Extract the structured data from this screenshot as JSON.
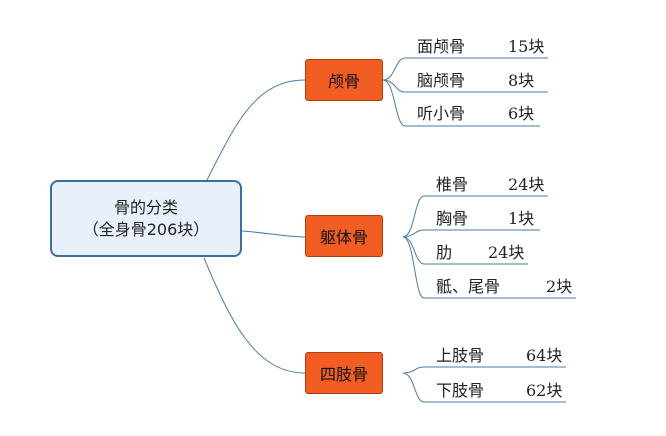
{
  "root": {
    "title": "骨的分类",
    "subtitle": "（全身骨206块）"
  },
  "categories": [
    {
      "label": "颅骨",
      "items": [
        {
          "name": "面颅骨",
          "count": "15块"
        },
        {
          "name": "脑颅骨",
          "count": "8块"
        },
        {
          "name": "听小骨",
          "count": "6块"
        }
      ]
    },
    {
      "label": "躯体骨",
      "items": [
        {
          "name": "椎骨",
          "count": "24块"
        },
        {
          "name": "胸骨",
          "count": "1块"
        },
        {
          "name": "肋",
          "count": "24块"
        },
        {
          "name": "骶、尾骨",
          "count": "2块"
        }
      ]
    },
    {
      "label": "四肢骨",
      "items": [
        {
          "name": "上肢骨",
          "count": "64块"
        },
        {
          "name": "下肢骨",
          "count": "62块"
        }
      ]
    }
  ],
  "colors": {
    "line": "#4a7ba7",
    "category_fill": "#f15d22",
    "root_fill": "#e8f1fb",
    "root_border": "#3c6e9e"
  }
}
